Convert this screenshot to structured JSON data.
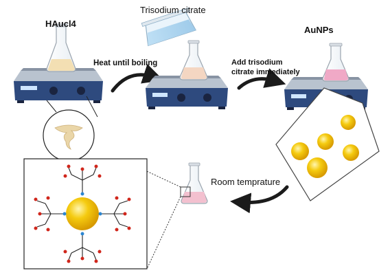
{
  "labels": {
    "precursor": "HAucl4",
    "reagent": "Trisodium citrate",
    "product": "AuNPs",
    "step1": "Heat until boiling",
    "step2_line1": "Add trisodium",
    "step2_line2": "citrate immediately",
    "step3": "Room temprature"
  },
  "colors": {
    "hotplate_body": "#2e4a7e",
    "hotplate_top": "#9aa7b8",
    "haucl4_liquid": "#f3dfb3",
    "mixture_liquid": "#f4d6c2",
    "aunp_liquid": "#f0a9c6",
    "gold": "#f2c200",
    "citrate_red": "#d0261b",
    "citrate_blue": "#2c86d1"
  },
  "icons": [
    "hotplate-icon",
    "flask-icon",
    "curved-arrow-icon",
    "gold-nanoparticle-icon",
    "citrate-molecule-icon",
    "beaker-icon"
  ]
}
